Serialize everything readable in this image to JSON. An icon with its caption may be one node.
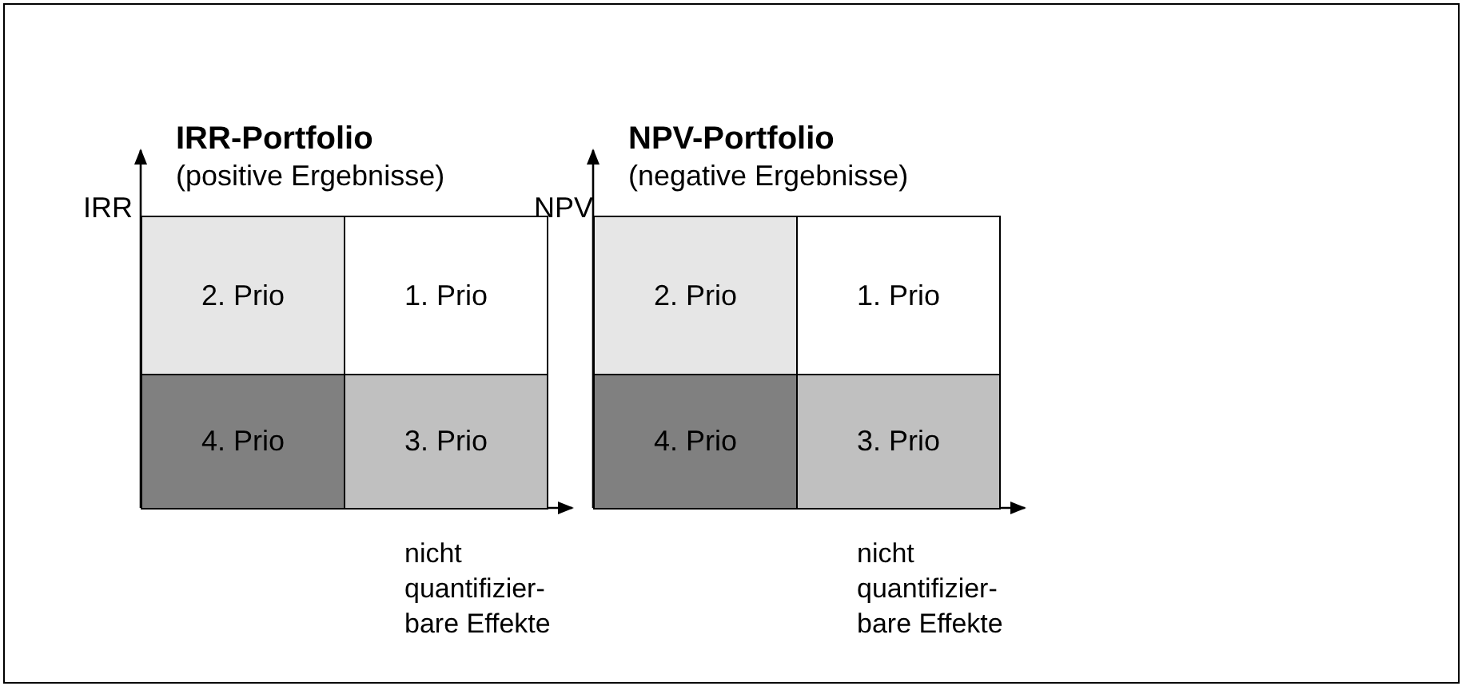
{
  "diagram": {
    "nodes": [
      {
        "text": [
          "2. Prio"
        ]
      },
      {
        "text": [
          "1. Prio"
        ]
      },
      {
        "text": [
          "4. Prio"
        ]
      },
      {
        "text": [
          "3. Prio"
        ]
      },
      {
        "text": [
          "2. Prio"
        ]
      },
      {
        "text": [
          "1. Prio"
        ]
      },
      {
        "text": [
          "4. Prio"
        ]
      },
      {
        "text": [
          "3. Prio"
        ]
      }
    ],
    "labels": [
      "IRR-Portfolio",
      "(positive Ergebnisse)",
      "NPV-Portfolio",
      "(negative Ergebnisse)",
      "IRR",
      "NPV",
      "nicht quantifizier- bare Effekte",
      "nicht quantifizier- bare Effekte"
    ]
  }
}
